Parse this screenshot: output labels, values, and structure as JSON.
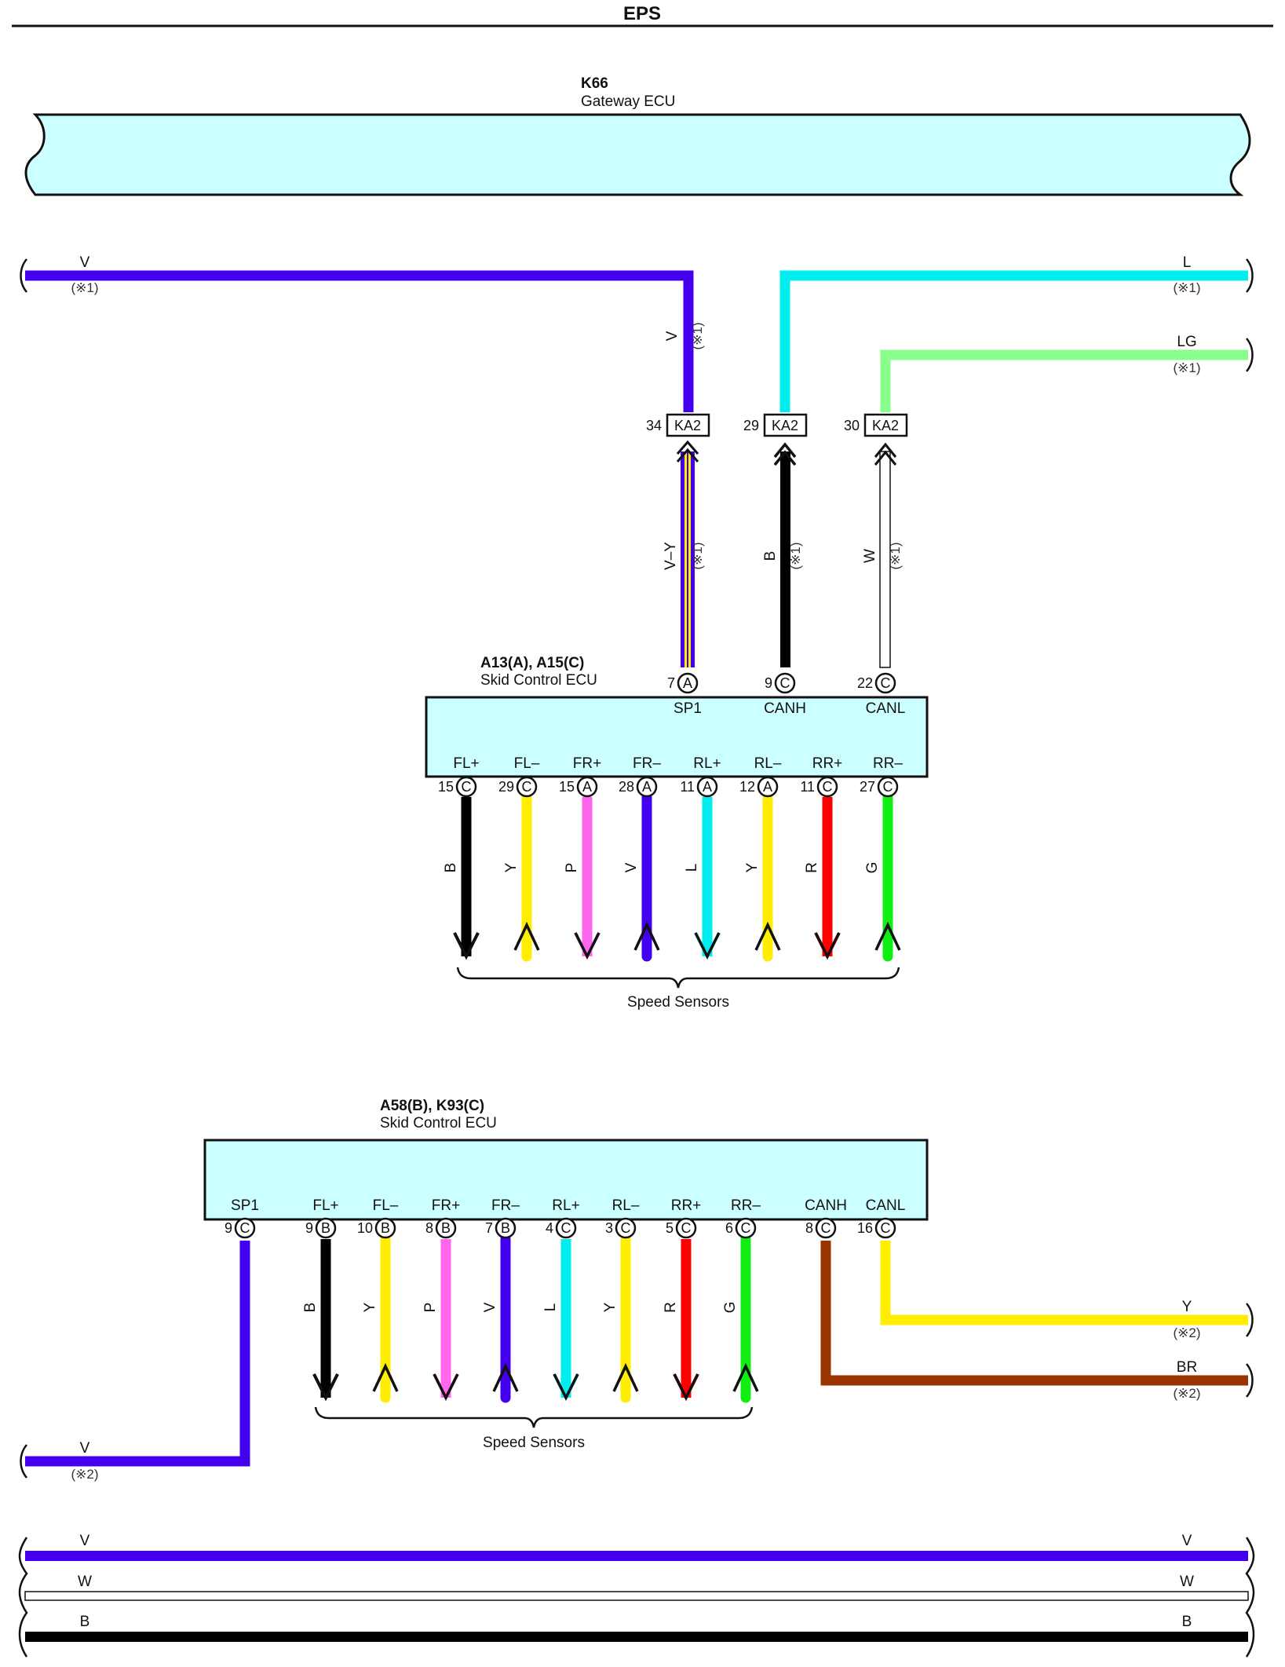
{
  "page_title": "EPS",
  "gateway": {
    "code": "K66",
    "name": "Gateway ECU"
  },
  "colors": {
    "V": "#4400ee",
    "L": "#00eeee",
    "LG": "#88ff88",
    "B": "#000000",
    "W": "#ffffff",
    "Y": "#ffee00",
    "P": "#ff66ee",
    "R": "#ff0000",
    "G": "#11ee11",
    "BR": "#993300",
    "ecu_fill": "#ccffff"
  },
  "top_wires": {
    "left_v": {
      "label": "V",
      "note": "(※1)",
      "vert_label": "V",
      "vert_note": "(※1)"
    },
    "right_l": {
      "label": "L",
      "note": "(※1)"
    },
    "right_lg": {
      "label": "LG",
      "note": "(※1)"
    }
  },
  "ka2": [
    {
      "pin": "34",
      "name": "KA2",
      "wire": "V–Y",
      "note": "(※1)"
    },
    {
      "pin": "29",
      "name": "KA2",
      "wire": "B",
      "note": "(※1)"
    },
    {
      "pin": "30",
      "name": "KA2",
      "wire": "W",
      "note": "(※1)"
    }
  ],
  "ecu1": {
    "code": "A13(A), A15(C)",
    "name": "Skid Control ECU",
    "top_pins": [
      {
        "num": "7",
        "conn": "A",
        "label": "SP1"
      },
      {
        "num": "9",
        "conn": "C",
        "label": "CANH"
      },
      {
        "num": "22",
        "conn": "C",
        "label": "CANL"
      }
    ],
    "bottom_pins": [
      {
        "num": "15",
        "conn": "C",
        "label": "FL+",
        "wire": "B"
      },
      {
        "num": "29",
        "conn": "C",
        "label": "FL–",
        "wire": "Y"
      },
      {
        "num": "15",
        "conn": "A",
        "label": "FR+",
        "wire": "P"
      },
      {
        "num": "28",
        "conn": "A",
        "label": "FR–",
        "wire": "V"
      },
      {
        "num": "11",
        "conn": "A",
        "label": "RL+",
        "wire": "L"
      },
      {
        "num": "12",
        "conn": "A",
        "label": "RL–",
        "wire": "Y"
      },
      {
        "num": "11",
        "conn": "C",
        "label": "RR+",
        "wire": "R"
      },
      {
        "num": "27",
        "conn": "C",
        "label": "RR–",
        "wire": "G"
      }
    ],
    "sensors": "Speed Sensors"
  },
  "ecu2": {
    "code": "A58(B), K93(C)",
    "name": "Skid Control ECU",
    "sp1": {
      "num": "9",
      "conn": "C",
      "label": "SP1"
    },
    "pins": [
      {
        "num": "9",
        "conn": "B",
        "label": "FL+",
        "wire": "B"
      },
      {
        "num": "10",
        "conn": "B",
        "label": "FL–",
        "wire": "Y"
      },
      {
        "num": "8",
        "conn": "B",
        "label": "FR+",
        "wire": "P"
      },
      {
        "num": "7",
        "conn": "B",
        "label": "FR–",
        "wire": "V"
      },
      {
        "num": "4",
        "conn": "C",
        "label": "RL+",
        "wire": "L"
      },
      {
        "num": "3",
        "conn": "C",
        "label": "RL–",
        "wire": "Y"
      },
      {
        "num": "5",
        "conn": "C",
        "label": "RR+",
        "wire": "R"
      },
      {
        "num": "6",
        "conn": "C",
        "label": "RR–",
        "wire": "G"
      }
    ],
    "canh": {
      "num": "8",
      "conn": "C",
      "label": "CANH"
    },
    "canl": {
      "num": "16",
      "conn": "C",
      "label": "CANL"
    },
    "sensors": "Speed Sensors",
    "right_y": {
      "label": "Y",
      "note": "(※2)"
    },
    "right_br": {
      "label": "BR",
      "note": "(※2)"
    },
    "left_v": {
      "label": "V",
      "note": "(※2)"
    }
  },
  "bottom_bus": [
    {
      "left": "V",
      "right": "V"
    },
    {
      "left": "W",
      "right": "W"
    },
    {
      "left": "B",
      "right": "B"
    }
  ]
}
